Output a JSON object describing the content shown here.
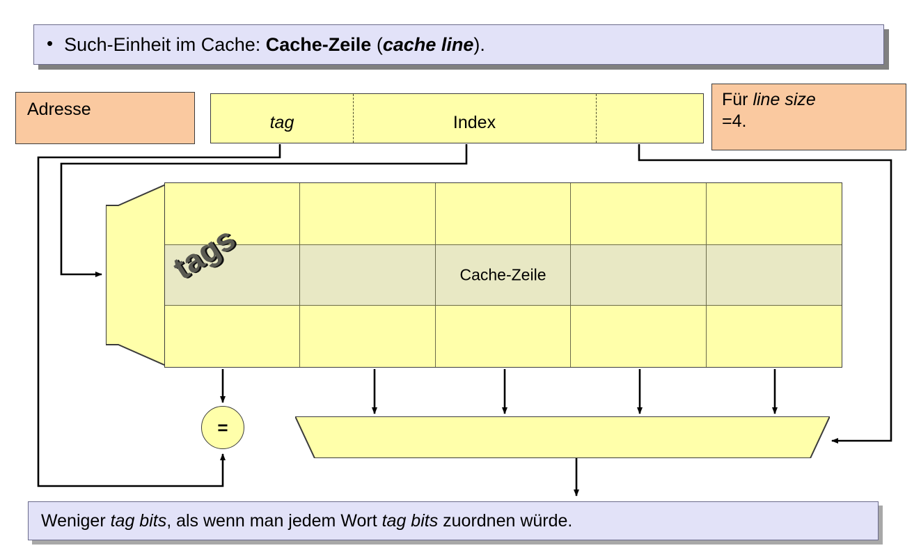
{
  "slide": {
    "banner": {
      "bullet_glyph": "•",
      "text_prefix": "Such-Einheit im Cache: ",
      "text_bold": "Cache-Zeile",
      "text_paren_open": " (",
      "text_bold_italic": "cache line",
      "text_paren_close": ")."
    },
    "address_label": "Adresse",
    "line_size_note": {
      "prefix": "Für ",
      "italic": "line size",
      "suffix": "=4."
    },
    "address_fields": [
      {
        "name": "tag",
        "label": "tag",
        "style": "italic"
      },
      {
        "name": "index",
        "label": "Index",
        "style": "normal"
      },
      {
        "name": "offset",
        "label": "",
        "style": "normal"
      }
    ],
    "cache_grid": {
      "rows": 3,
      "columns": 5,
      "highlight_row_index": 1,
      "highlight_cell_index": 2,
      "cell_label": "Cache-Zeile"
    },
    "tags_label": "tags",
    "comparator_label": "=",
    "bottom_caption": {
      "part1": "Weniger ",
      "italic1": "tag bits",
      "part2": ", als wenn man jedem Wort ",
      "italic2": "tag bits",
      "part3": " zuordnen würde."
    }
  },
  "colors": {
    "banner_bg": "#E2E2F8",
    "banner_shadow": "#808080",
    "orange": "#FAC9A0",
    "yellow": "#FFFFAA",
    "highlight_row": "#E8E8C4",
    "outline": "#3B3B3B",
    "grid_line": "#6A6A4A",
    "tags_text": "#5A5A52",
    "wire": "#000000",
    "page_bg": "#FFFFFF"
  }
}
